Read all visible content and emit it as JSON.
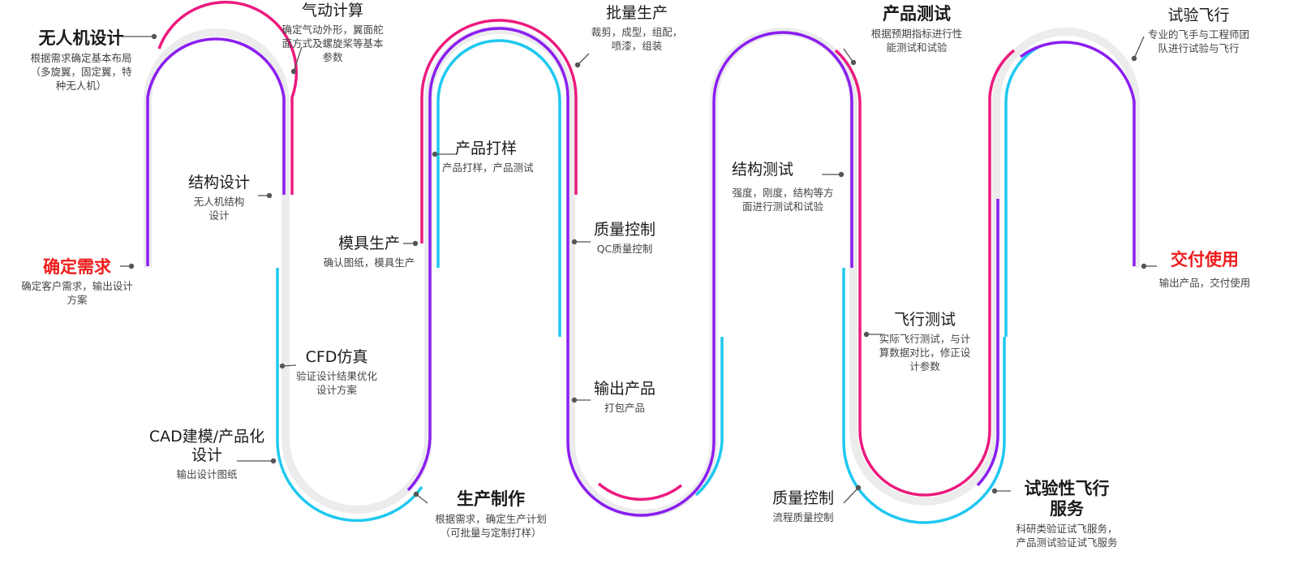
{
  "colors": {
    "pink": "#ec1a7e",
    "purple": "#8b1ef0",
    "cyan": "#1ec8f0",
    "gray_track": "#ececec",
    "pointer": "#555555",
    "red_title": "#ee1c1c"
  },
  "stages": {
    "s01": {
      "title": "确定需求",
      "desc": "确定客户需求，输出设计\n方案"
    },
    "s02": {
      "title": "无人机设计",
      "desc": "根据需求确定基本布局\n（多旋翼，固定翼，特\n种无人机）"
    },
    "s03": {
      "title": "结构设计",
      "desc": "无人机结构\n设计"
    },
    "s04": {
      "title": "气动计算",
      "desc": "确定气动外形，翼面舵\n面方式及螺旋桨等基本\n参数"
    },
    "s05": {
      "title": "CFD仿真",
      "desc": "验证设计结果优化\n设计方案"
    },
    "s06": {
      "title": "CAD建模/产品化\n设计",
      "desc": "输出设计图纸"
    },
    "s07": {
      "title": "生产制作",
      "desc": "根据需求，确定生产计划\n（可批量与定制打样）"
    },
    "s08": {
      "title": "模具生产",
      "desc": "确认图纸，模具生产"
    },
    "s09": {
      "title": "产品打样",
      "desc": "产品打样，产品测试"
    },
    "s10": {
      "title": "批量生产",
      "desc": "裁剪，成型，组配，\n喷漆，组装"
    },
    "s11": {
      "title": "质量控制",
      "desc": "QC质量控制"
    },
    "s12": {
      "title": "输出产品",
      "desc": "打包产品"
    },
    "s13": {
      "title": "结构测试",
      "desc": "强度，刚度，结构等方\n面进行测试和试验"
    },
    "s14": {
      "title": "产品测试",
      "desc": "根据预期指标进行性\n能测试和试验"
    },
    "s15": {
      "title": "飞行测试",
      "desc": "实际飞行测试，与计\n算数据对比，修正设\n计参数"
    },
    "s16": {
      "title": "质量控制",
      "desc": "流程质量控制"
    },
    "s17": {
      "title": "试验性飞行\n服务",
      "desc": "科研类验证试飞服务，\n产品测试验证试飞服务"
    },
    "s18": {
      "title": "试验飞行",
      "desc": "专业的飞手与工程师团\n队进行试验与飞行"
    },
    "s19": {
      "title": "交付使用",
      "desc": "输出产品，交付使用"
    }
  }
}
